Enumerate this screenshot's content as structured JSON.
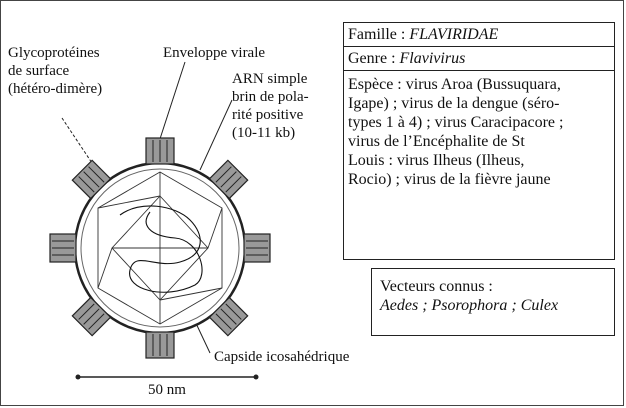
{
  "labels": {
    "glyco": [
      "Glycoprotéines",
      "de surface",
      "(hétéro-dimère)"
    ],
    "envelope": "Enveloppe virale",
    "rna": [
      "ARN simple",
      "brin de pola-",
      "rité positive",
      "(10-11 kb)"
    ],
    "capsid": "Capside icosahédrique",
    "scale": "50 nm"
  },
  "classification": {
    "famille_label": "Famille : ",
    "famille_value": "FLAVIRIDAE",
    "genre_label": "Genre : ",
    "genre_value": "Flavivirus",
    "espece": [
      "Espèce : virus Aroa (Bussuquara,",
      "Igape) ; virus de la dengue (séro-",
      "types 1 à 4) ; virus Caracipacore ;",
      "virus de l’Encéphalite de St",
      "Louis : virus Ilheus (Ilheus,",
      "Rocio) ; virus de la fièvre jaune"
    ]
  },
  "vectors": {
    "title": "Vecteurs connus :",
    "list": "Aedes ; Psorophora ; Culex"
  }
}
